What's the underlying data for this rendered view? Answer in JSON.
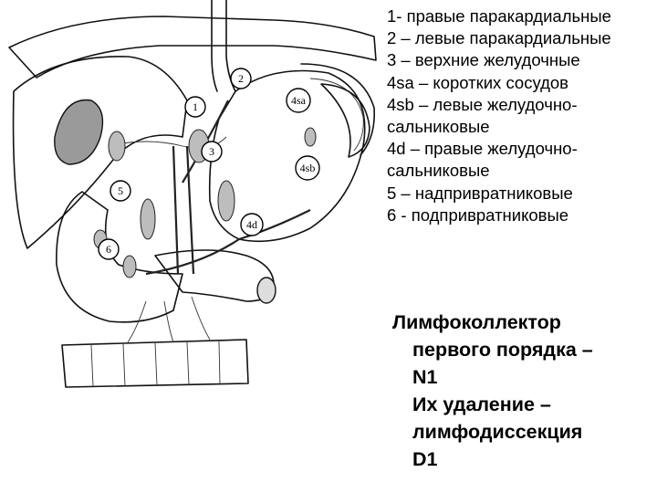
{
  "legend": [
    "1- правые паракардиальные",
    "2 – левые паракардиальные",
    "3 – верхние желудочные",
    "4sa – коротких сосудов",
    "4sb – левые желудочно-",
    "сальниковые",
    "4d – правые желудочно-",
    "сальниковые",
    "5 – надпривратниковые",
    "6 - подпривратниковые"
  ],
  "summary": {
    "line1": "Лимфоколлектор",
    "line2": "первого порядка –",
    "line3": "N1",
    "line4": "Их удаление –",
    "line5": "лимфодиссекция",
    "line6": "D1"
  },
  "diagram_labels": {
    "n1": "1",
    "n2": "2",
    "n3": "3",
    "n4sa": "4sa",
    "n4sb": "4sb",
    "n4d": "4d",
    "n5": "5",
    "n6": "6"
  }
}
